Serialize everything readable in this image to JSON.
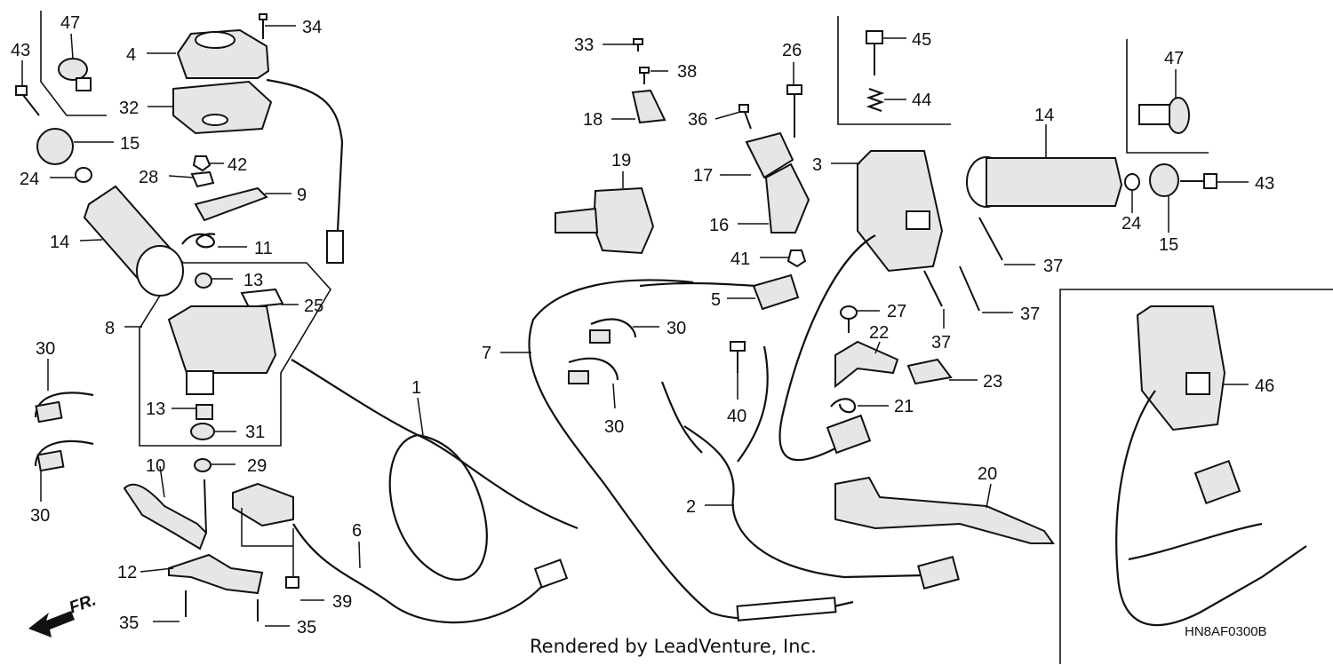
{
  "diagram": {
    "callouts": [
      {
        "id": "c47a",
        "label": "47"
      },
      {
        "id": "c34",
        "label": "34"
      },
      {
        "id": "c43a",
        "label": "43"
      },
      {
        "id": "c4",
        "label": "4"
      },
      {
        "id": "c32",
        "label": "32"
      },
      {
        "id": "c15a",
        "label": "15"
      },
      {
        "id": "c24a",
        "label": "24"
      },
      {
        "id": "c42",
        "label": "42"
      },
      {
        "id": "c28",
        "label": "28"
      },
      {
        "id": "c9",
        "label": "9"
      },
      {
        "id": "c14a",
        "label": "14"
      },
      {
        "id": "c11",
        "label": "11"
      },
      {
        "id": "c13a",
        "label": "13"
      },
      {
        "id": "c25",
        "label": "25"
      },
      {
        "id": "c8",
        "label": "8"
      },
      {
        "id": "c30a",
        "label": "30"
      },
      {
        "id": "c13b",
        "label": "13"
      },
      {
        "id": "c31",
        "label": "31"
      },
      {
        "id": "c30b",
        "label": "30"
      },
      {
        "id": "c10",
        "label": "10"
      },
      {
        "id": "c29",
        "label": "29"
      },
      {
        "id": "c12",
        "label": "12"
      },
      {
        "id": "c39",
        "label": "39"
      },
      {
        "id": "c35a",
        "label": "35"
      },
      {
        "id": "c35b",
        "label": "35"
      },
      {
        "id": "c1",
        "label": "1"
      },
      {
        "id": "c6",
        "label": "6"
      },
      {
        "id": "c33",
        "label": "33"
      },
      {
        "id": "c38",
        "label": "38"
      },
      {
        "id": "c18",
        "label": "18"
      },
      {
        "id": "c26",
        "label": "26"
      },
      {
        "id": "c36",
        "label": "36"
      },
      {
        "id": "c17",
        "label": "17"
      },
      {
        "id": "c16",
        "label": "16"
      },
      {
        "id": "c19",
        "label": "19"
      },
      {
        "id": "c41",
        "label": "41"
      },
      {
        "id": "c5",
        "label": "5"
      },
      {
        "id": "c7",
        "label": "7"
      },
      {
        "id": "c30c",
        "label": "30"
      },
      {
        "id": "c30d",
        "label": "30"
      },
      {
        "id": "c40",
        "label": "40"
      },
      {
        "id": "c2",
        "label": "2"
      },
      {
        "id": "c45",
        "label": "45"
      },
      {
        "id": "c44",
        "label": "44"
      },
      {
        "id": "c3",
        "label": "3"
      },
      {
        "id": "c27",
        "label": "27"
      },
      {
        "id": "c22",
        "label": "22"
      },
      {
        "id": "c23",
        "label": "23"
      },
      {
        "id": "c21",
        "label": "21"
      },
      {
        "id": "c37a",
        "label": "37"
      },
      {
        "id": "c37b",
        "label": "37"
      },
      {
        "id": "c37c",
        "label": "37"
      },
      {
        "id": "c20",
        "label": "20"
      },
      {
        "id": "c14b",
        "label": "14"
      },
      {
        "id": "c47b",
        "label": "47"
      },
      {
        "id": "c24b",
        "label": "24"
      },
      {
        "id": "c15b",
        "label": "15"
      },
      {
        "id": "c43b",
        "label": "43"
      },
      {
        "id": "c46",
        "label": "46"
      }
    ],
    "direction_label": "FR.",
    "diagram_code": "HN8AF0300B",
    "footer": "Rendered by LeadVenture, Inc.",
    "watermark": "LEADVENTURE"
  }
}
